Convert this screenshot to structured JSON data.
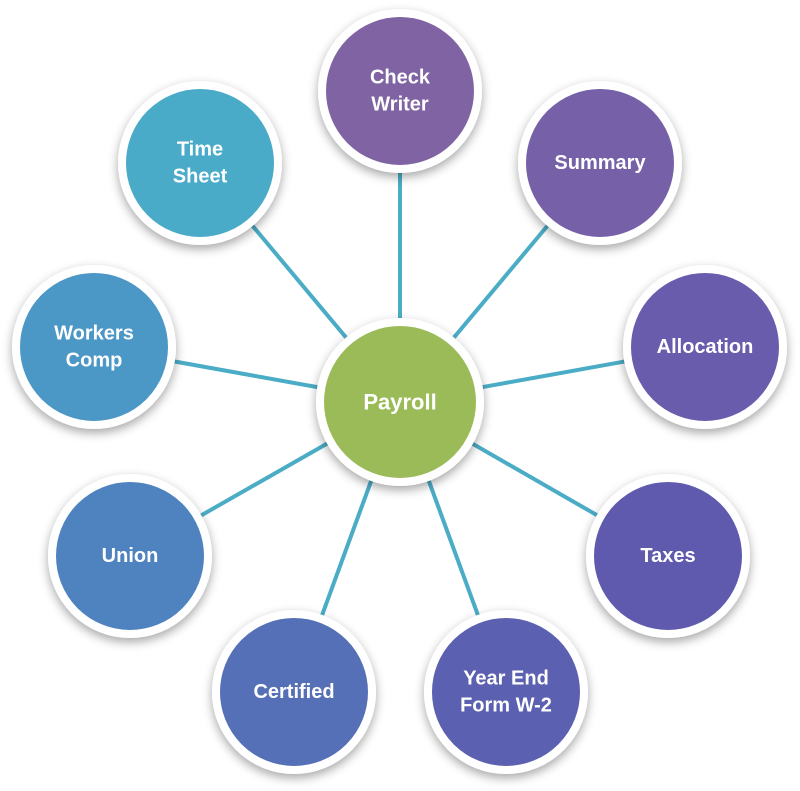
{
  "diagram": {
    "center": {
      "label": "Payroll",
      "color": "#9bbb59"
    },
    "connector_color": "#4bacc6",
    "nodes": [
      {
        "id": "check-writer",
        "lines": [
          "Check",
          "Writer"
        ],
        "color": "#8064a2"
      },
      {
        "id": "summary",
        "lines": [
          "Summary"
        ],
        "color": "#7660a8"
      },
      {
        "id": "allocation",
        "lines": [
          "Allocation"
        ],
        "color": "#6a5cac"
      },
      {
        "id": "taxes",
        "lines": [
          "Taxes"
        ],
        "color": "#5f5aae"
      },
      {
        "id": "year-end-form-w2",
        "lines": [
          "Year End",
          "Form W-2"
        ],
        "color": "#5c60b0"
      },
      {
        "id": "certified",
        "lines": [
          "Certified"
        ],
        "color": "#5470b6"
      },
      {
        "id": "union",
        "lines": [
          "Union"
        ],
        "color": "#4f83bf"
      },
      {
        "id": "workers-comp",
        "lines": [
          "Workers",
          "Comp"
        ],
        "color": "#4b97c6"
      },
      {
        "id": "time-sheet",
        "lines": [
          "Time",
          "Sheet"
        ],
        "color": "#49abc8"
      }
    ]
  }
}
